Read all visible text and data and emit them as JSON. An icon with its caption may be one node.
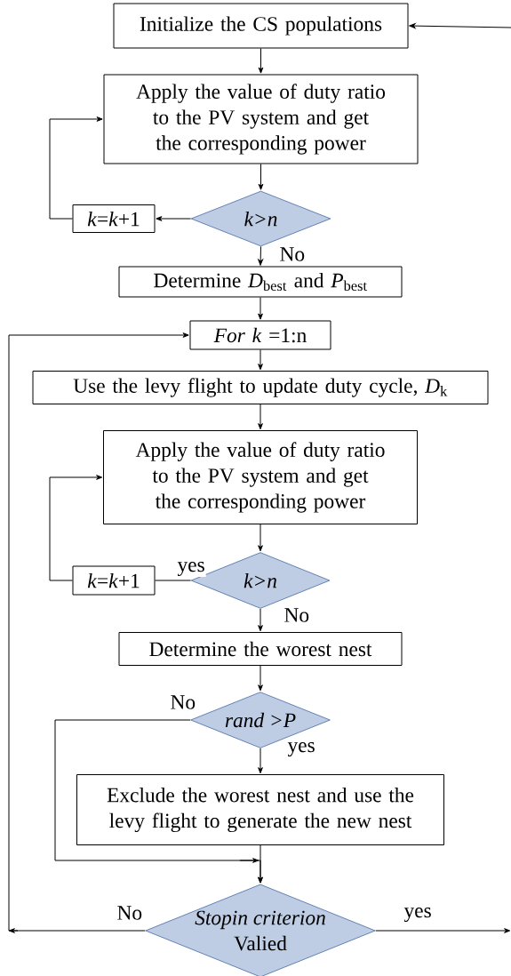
{
  "diagram": {
    "nodes": [
      {
        "text": [
          "Initialize the CS populations"
        ]
      },
      {
        "text": [
          "Apply the value of duty ratio to the PV system and get the corresponding power"
        ]
      },
      {
        "text": [
          "k>n"
        ]
      },
      {
        "text": [
          "*k*=*k*+1"
        ]
      },
      {
        "text": [
          "Determine *D*$_{best}$ and *P*$_{best}$"
        ]
      },
      {
        "text": [
          "*For k* =1:n"
        ]
      },
      {
        "text": [
          "Use the levy flight to update duty cycle, *D*$_{k}$"
        ]
      },
      {
        "text": [
          "Apply the value of duty ratio to the PV system and get the corresponding power"
        ]
      },
      {
        "text": [
          "k>n"
        ]
      },
      {
        "text": [
          "*k*=*k*+1"
        ]
      },
      {
        "text": [
          "Determine the worest nest"
        ]
      },
      {
        "text": [
          "rand >P"
        ]
      },
      {
        "text": [
          "Exclude the worest nest and use the levy flight to generate the new nest"
        ]
      },
      {
        "text": [
          "Stopin criterion",
          "Valied"
        ]
      }
    ],
    "edges": [
      {
        "from": null,
        "to": 0,
        "arrow": "to"
      },
      {
        "from": 0,
        "to": 1,
        "arrow": "to"
      },
      {
        "from": 1,
        "to": 2,
        "arrow": "to"
      },
      {
        "from": 2,
        "to": 3,
        "arrow": "to"
      },
      {
        "from": 3,
        "to": 1,
        "arrow": "to"
      },
      {
        "from": 2,
        "to": 4,
        "arrow": "to",
        "label": "No"
      },
      {
        "from": 4,
        "to": 5,
        "arrow": "to"
      },
      {
        "from": 5,
        "to": 6,
        "arrow": "to"
      },
      {
        "from": 6,
        "to": 7,
        "arrow": "to"
      },
      {
        "from": 7,
        "to": 8,
        "arrow": "to"
      },
      {
        "from": 8,
        "to": 9,
        "arrow": "none",
        "label": "yes"
      },
      {
        "from": 9,
        "to": 7,
        "arrow": "to"
      },
      {
        "from": 8,
        "to": 10,
        "arrow": "to",
        "label": "No"
      },
      {
        "from": 10,
        "to": 11,
        "arrow": "to"
      },
      {
        "from": 11,
        "to": 12,
        "arrow": "to",
        "label": "yes"
      },
      {
        "from": 11,
        "to": 13,
        "arrow": "to",
        "label": "No"
      },
      {
        "from": 12,
        "to": 13,
        "arrow": "to"
      },
      {
        "from": 13,
        "to": 5,
        "arrow": "to",
        "label": "No"
      },
      {
        "from": 13,
        "to": null,
        "arrow": "to",
        "label": "yes"
      }
    ]
  }
}
